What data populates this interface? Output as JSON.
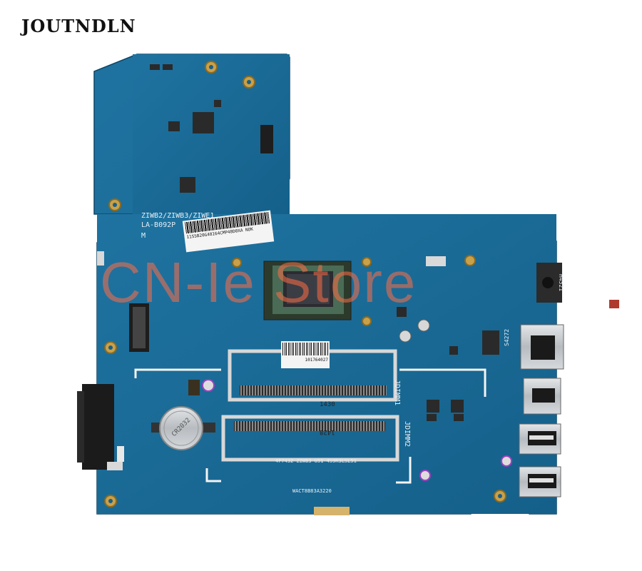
{
  "brand": "JOUTNDLN",
  "watermark": "CN-Ie Store",
  "board": {
    "model_text": "ZIWB2/ZIWB3/ZIWE1",
    "rev_text": "LA-B092P",
    "mfr_text": "M",
    "serial_sticker": "11S5B20G48164CMP48D0XA  NOK",
    "barcode_sticker_text": "101764027",
    "dimm_labels": [
      "JDIMM1",
      "JDIMM2"
    ],
    "dimm_codes": [
      "1430",
      "1428"
    ],
    "silk_line_1": "4F7432 ZIWB3 U51 4S9R3LSL51",
    "silk_line_2": "WACT8B83A3220",
    "port_labels": [
      "H4521",
      "S4272"
    ],
    "coin_cell": "CR2032"
  },
  "colors": {
    "pcb": "#1a6a94",
    "pcb_dark": "#0f4a6e",
    "silk": "#e6eef5",
    "watermark": "#ff6e46"
  }
}
